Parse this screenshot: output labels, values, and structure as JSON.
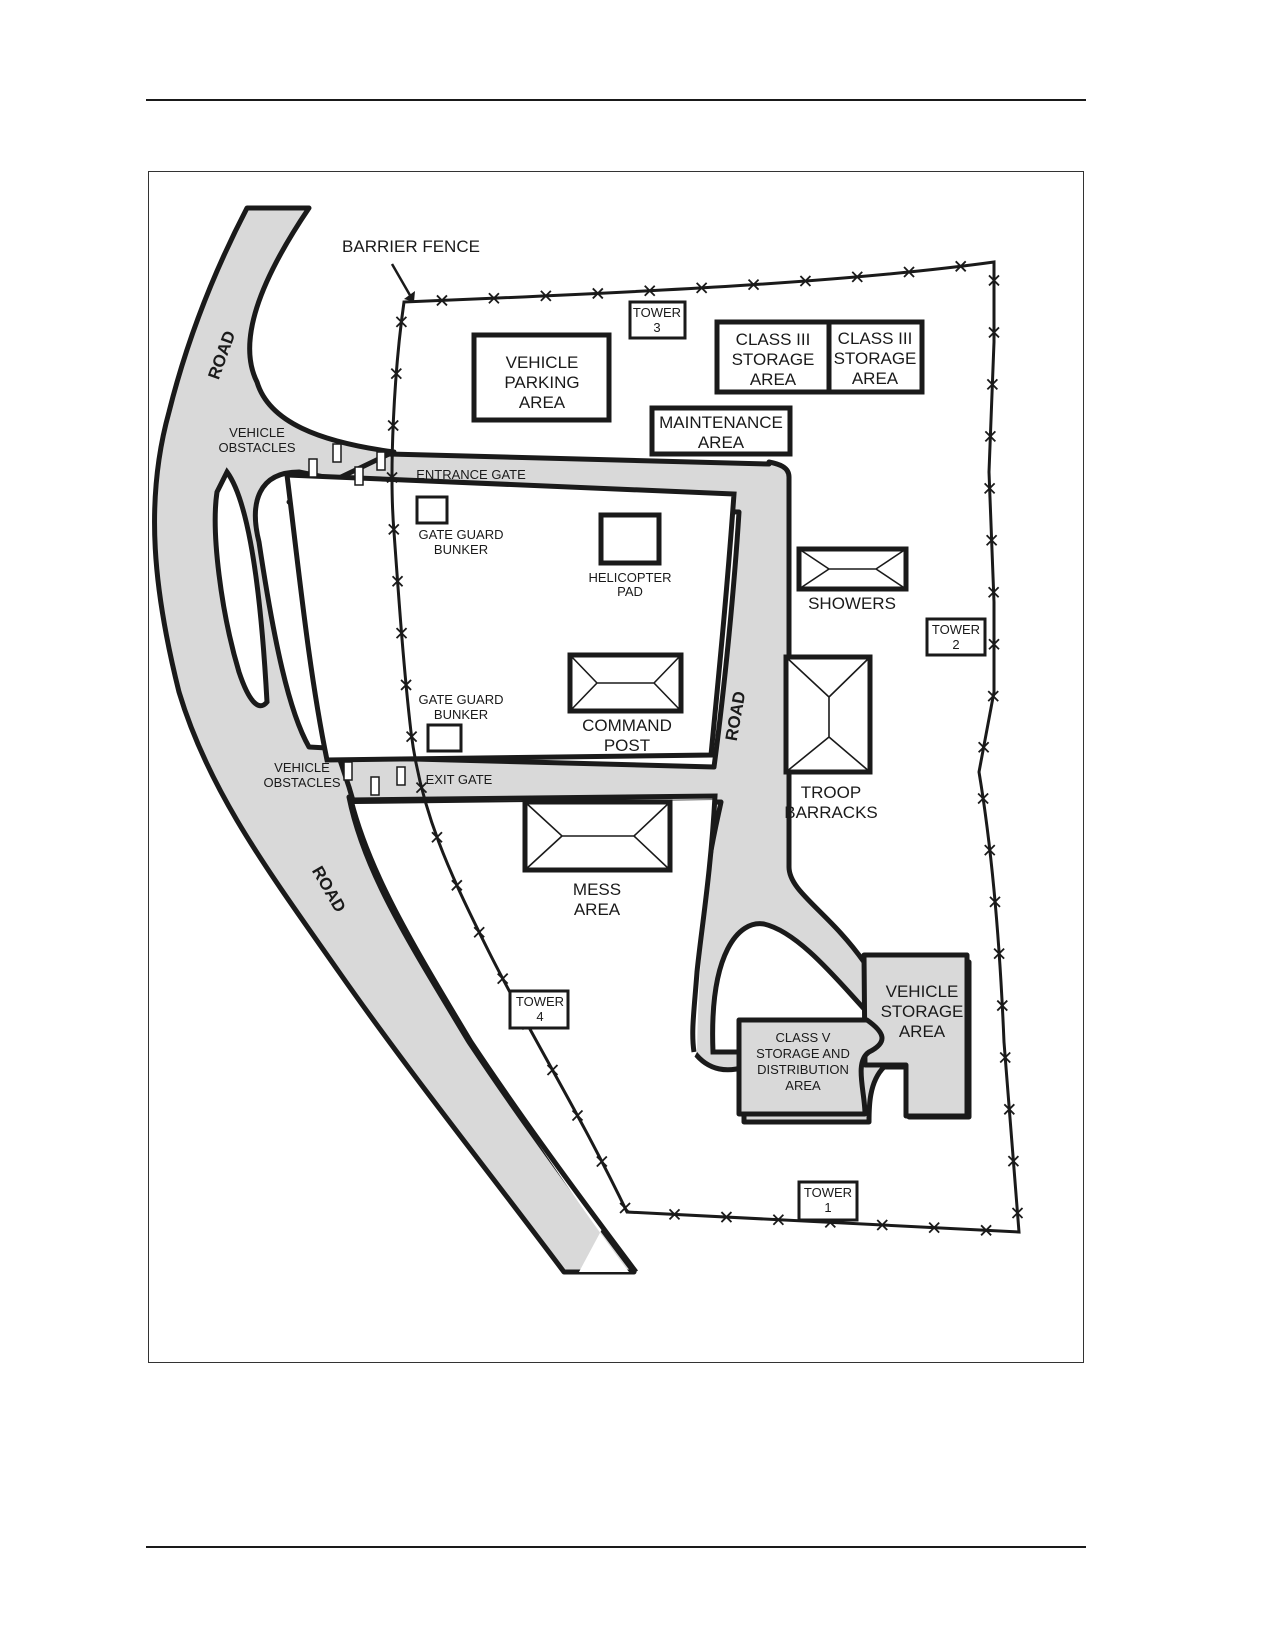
{
  "labels": {
    "barrier_fence": "BARRIER FENCE",
    "road_left_top": "ROAD",
    "road_left_bottom": "ROAD",
    "road_inner": "ROAD",
    "vehicle_obstacles_top_1": "VEHICLE",
    "vehicle_obstacles_top_2": "OBSTACLES",
    "vehicle_obstacles_bottom_1": "VEHICLE",
    "vehicle_obstacles_bottom_2": "OBSTACLES",
    "entrance_gate": "ENTRANCE GATE",
    "exit_gate": "EXIT GATE",
    "gate_guard_bunker_top_1": "GATE GUARD",
    "gate_guard_bunker_top_2": "BUNKER",
    "gate_guard_bunker_bottom_1": "GATE GUARD",
    "gate_guard_bunker_bottom_2": "BUNKER",
    "vehicle_parking_1": "VEHICLE",
    "vehicle_parking_2": "PARKING",
    "vehicle_parking_3": "AREA",
    "tower3_1": "TOWER",
    "tower3_2": "3",
    "class3a_1": "CLASS III",
    "class3a_2": "STORAGE",
    "class3a_3": "AREA",
    "class3b_1": "CLASS III",
    "class3b_2": "STORAGE",
    "class3b_3": "AREA",
    "maintenance_1": "MAINTENANCE",
    "maintenance_2": "AREA",
    "helipad_1": "HELICOPTER",
    "helipad_2": "PAD",
    "showers": "SHOWERS",
    "tower2_1": "TOWER",
    "tower2_2": "2",
    "command_post_1": "COMMAND",
    "command_post_2": "POST",
    "troop_barracks_1": "TROOP",
    "troop_barracks_2": "BARRACKS",
    "mess_1": "MESS",
    "mess_2": "AREA",
    "tower4_1": "TOWER",
    "tower4_2": "4",
    "class5_1": "CLASS V",
    "class5_2": "STORAGE AND",
    "class5_3": "DISTRIBUTION",
    "class5_4": "AREA",
    "vehicle_storage_1": "VEHICLE",
    "vehicle_storage_2": "STORAGE",
    "vehicle_storage_3": "AREA",
    "tower1_1": "TOWER",
    "tower1_2": "1"
  },
  "colors": {
    "road_fill": "#d9d9d9",
    "ink": "#1a1a1a"
  }
}
